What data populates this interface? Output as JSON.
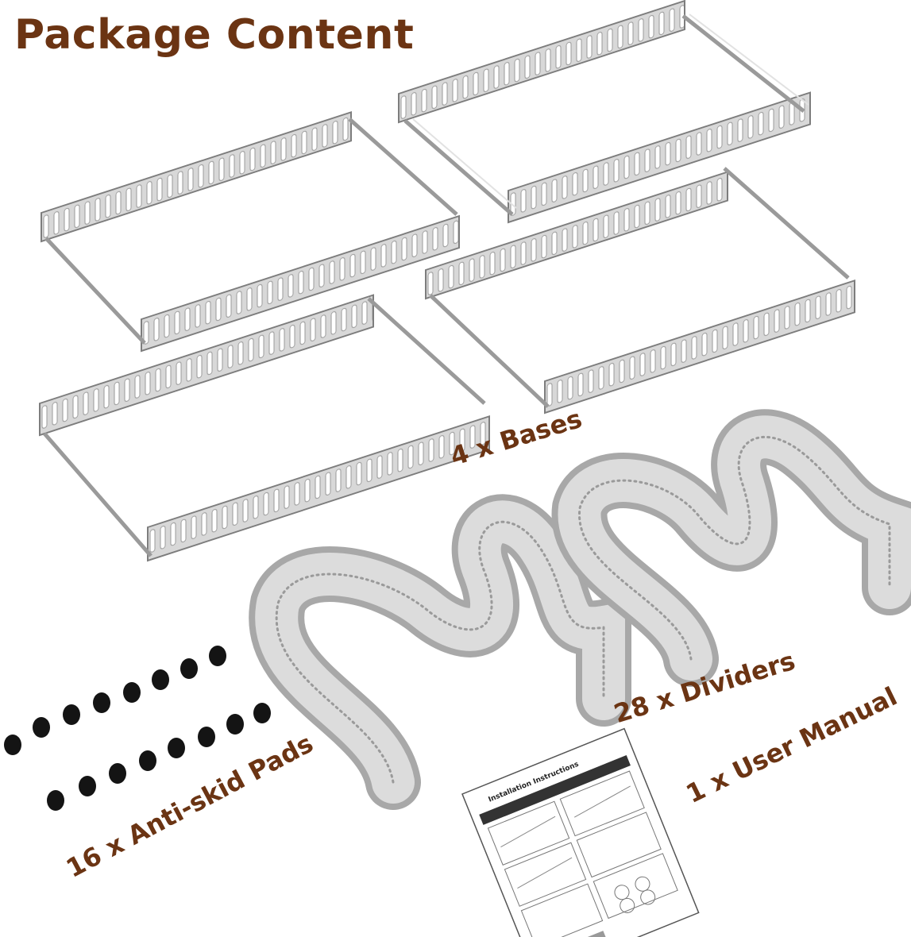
{
  "title": "Package Content",
  "items": {
    "bases": "4 x Bases",
    "dividers": "28 x Dividers",
    "manual": "1 x User Manual",
    "pads": "16 x Anti-skid Pads"
  },
  "manual_sheet": {
    "heading": "Installation Instructions"
  },
  "colors": {
    "label": "#6b3413",
    "metal_light": "#e6e6e6",
    "metal_dark": "#8c8c8c",
    "pad": "#111111"
  }
}
